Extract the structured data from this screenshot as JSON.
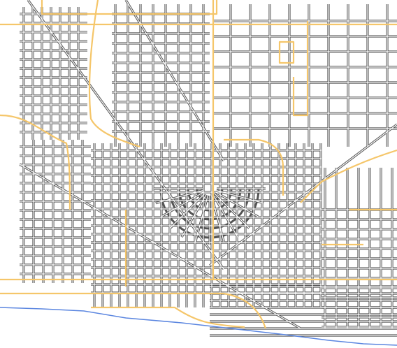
{
  "map": {
    "colors": {
      "background": "#ffffff",
      "street_casing": "#555555",
      "street_fill": "#ffffff",
      "major_road": "#f5c66a",
      "water": "#5b86e0"
    },
    "layers": [
      "street-grid",
      "diagonal-avenues",
      "radial-plaza",
      "major-roads",
      "coastline"
    ]
  }
}
